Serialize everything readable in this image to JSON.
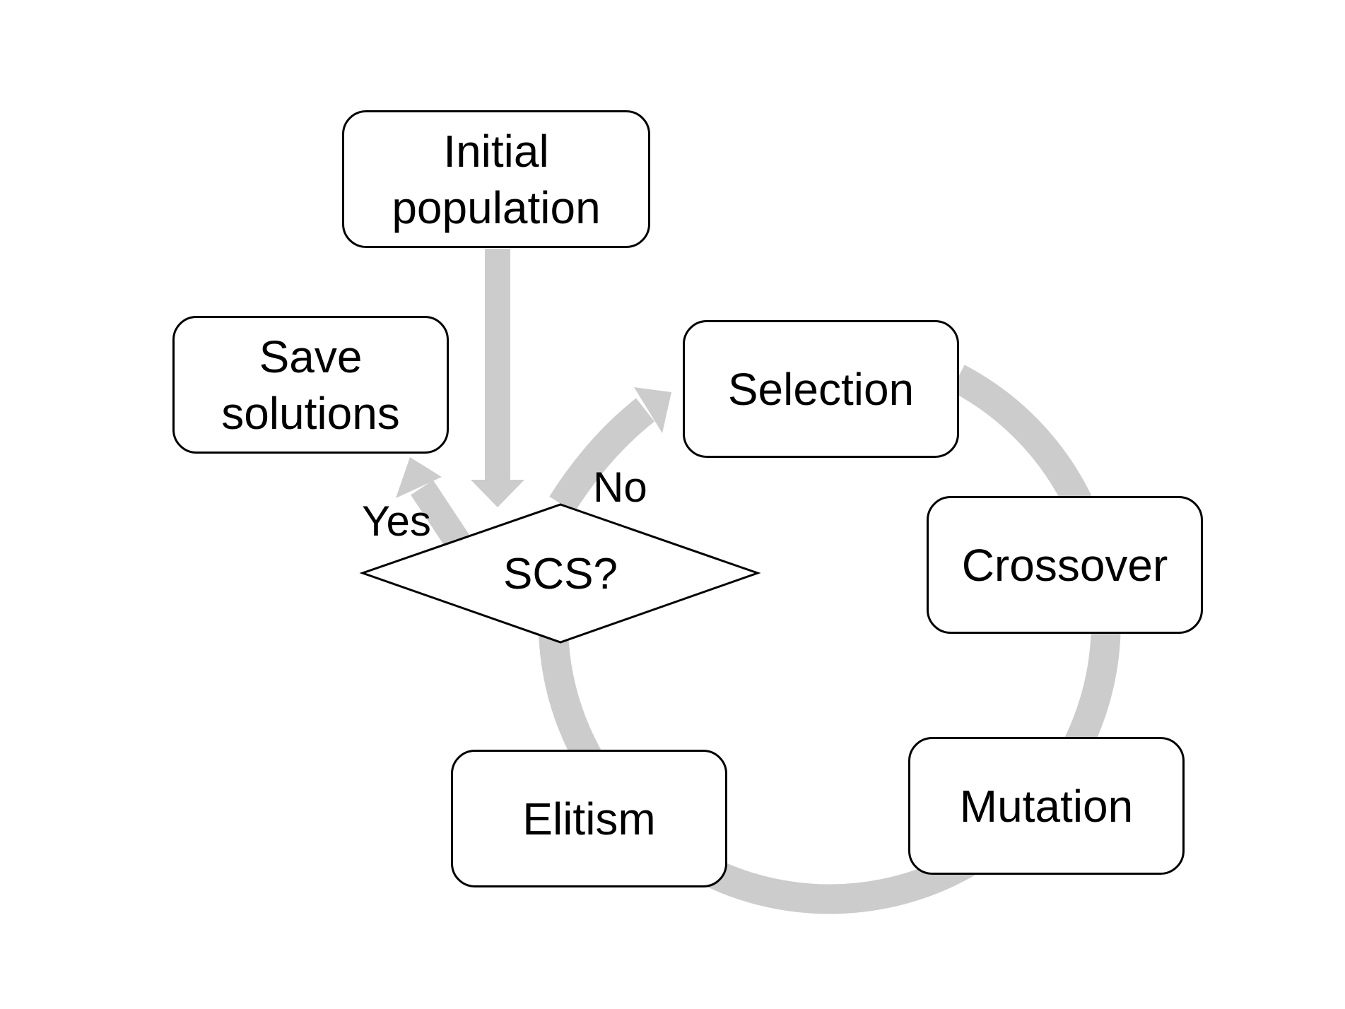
{
  "nodes": {
    "initial_population": "Initial\npopulation",
    "save_solutions": "Save\nsolutions",
    "selection": "Selection",
    "crossover": "Crossover",
    "mutation": "Mutation",
    "elitism": "Elitism",
    "decision": "SCS?"
  },
  "edge_labels": {
    "yes": "Yes",
    "no": "No"
  },
  "colors": {
    "arrow": "#cccccc",
    "border": "#000000",
    "background": "#ffffff"
  }
}
